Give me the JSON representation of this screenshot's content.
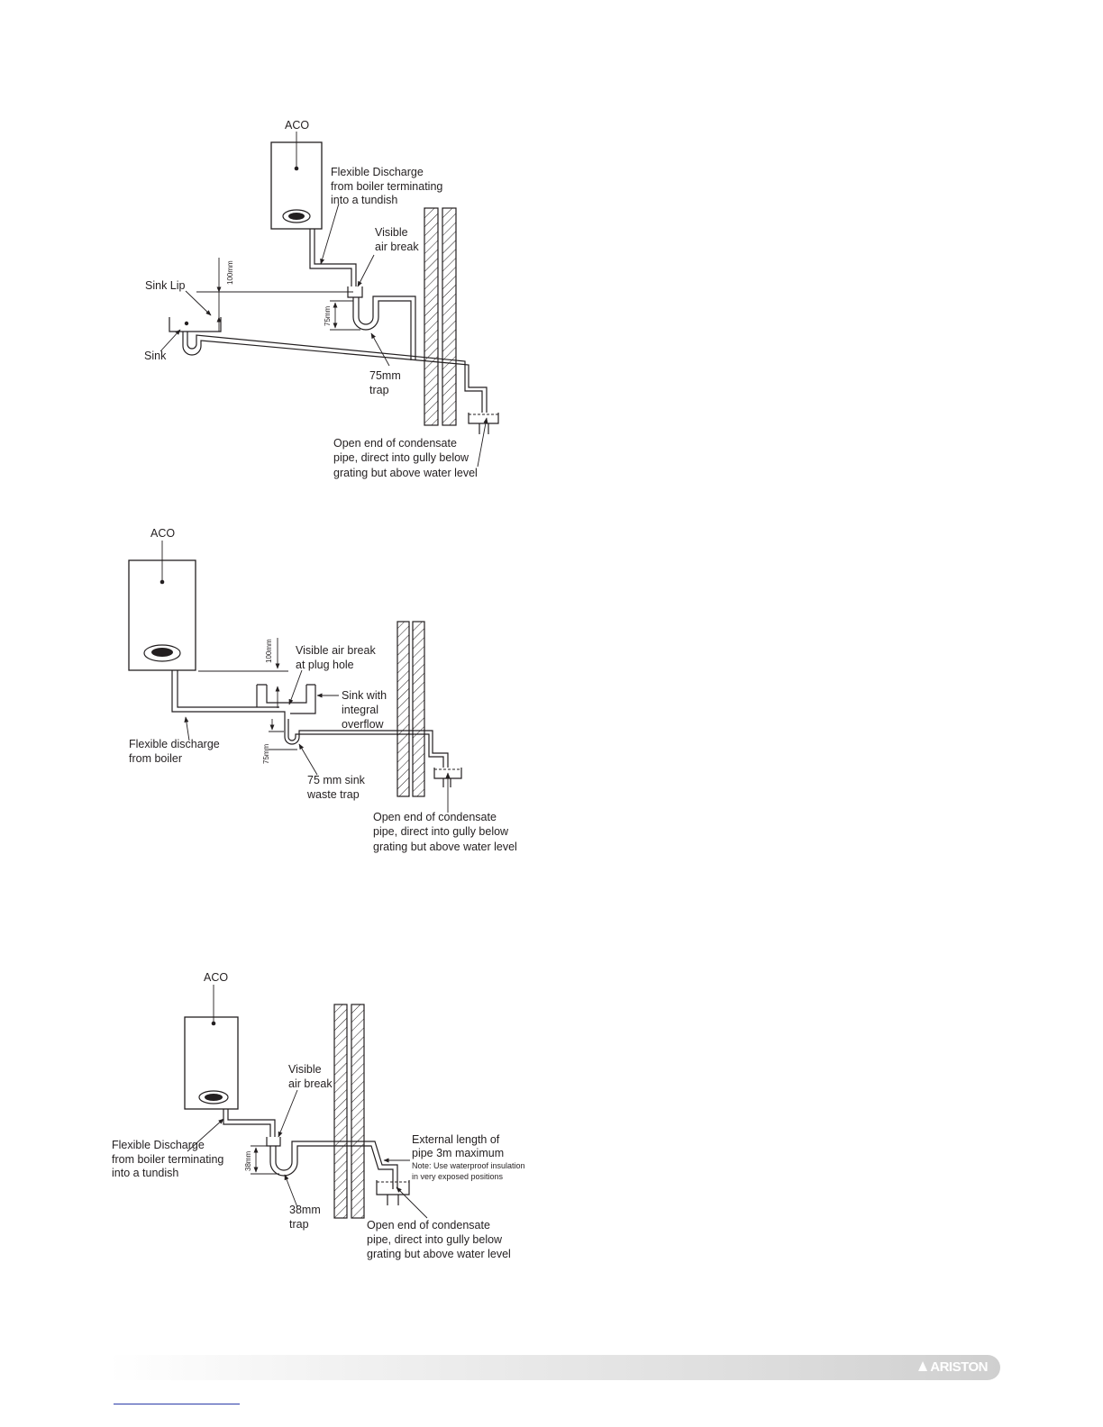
{
  "diagram1": {
    "boiler_label": "ACO",
    "flexible_discharge": [
      "Flexible Discharge",
      "from boiler terminating",
      "into a tundish"
    ],
    "visible_air_break": [
      "Visible",
      "air break"
    ],
    "sink_lip": "Sink Lip",
    "sink": "Sink",
    "trap": [
      "75mm",
      "trap"
    ],
    "dim_100": "100mm",
    "dim_75": "75mm",
    "open_end": [
      "Open end of condensate",
      "pipe, direct into gully below",
      "grating but above water level"
    ]
  },
  "diagram2": {
    "boiler_label": "ACO",
    "visible_air_break": [
      "Visible air break",
      "at plug hole"
    ],
    "sink_overflow": [
      "Sink with",
      "integral",
      "overflow"
    ],
    "flexible_discharge": [
      "Flexible discharge",
      "from boiler"
    ],
    "trap": [
      "75 mm sink",
      "waste trap"
    ],
    "dim_100": "100mm",
    "dim_75": "75mm",
    "open_end": [
      "Open end of condensate",
      "pipe, direct into gully below",
      "grating but above water level"
    ]
  },
  "diagram3": {
    "boiler_label": "ACO",
    "visible_air_break": [
      "Visible",
      "air break"
    ],
    "flexible_discharge": [
      "Flexible Discharge",
      "from boiler terminating",
      "into a tundish"
    ],
    "external_length": [
      "External length of",
      "pipe 3m maximum"
    ],
    "note": [
      "Note: Use waterproof insulation",
      "in very exposed positions"
    ],
    "trap": [
      "38mm",
      "trap"
    ],
    "dim_38": "38mm",
    "open_end": [
      "Open end of condensate",
      "pipe, direct into gully below",
      "grating but above water level"
    ]
  },
  "footer": {
    "brand": "ARISTON"
  }
}
